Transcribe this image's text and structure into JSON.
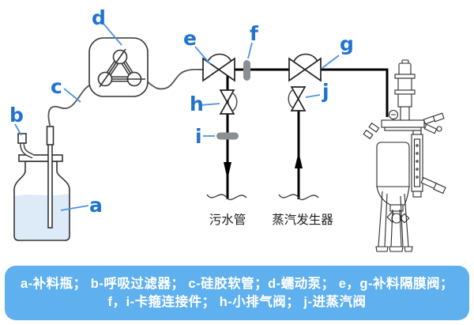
{
  "diagram": {
    "labels": {
      "a": "a",
      "b": "b",
      "c": "c",
      "d": "d",
      "e": "e",
      "f": "f",
      "g": "g",
      "h": "h",
      "i": "i",
      "j": "j"
    },
    "annotations": {
      "sewage_pipe": "污水管",
      "steam_generator": "蒸汽发生器"
    },
    "components": {
      "a": "feed-bottle",
      "b": "breathing-filter",
      "c": "silicone-tubing",
      "d": "peristaltic-pump",
      "e": "feed-diaphragm-valve",
      "f": "clamp-connector",
      "g": "feed-diaphragm-valve",
      "h": "small-vent-valve",
      "i": "clamp-connector",
      "j": "steam-inlet-valve"
    },
    "colors": {
      "label_blue": "#2173cf",
      "leader_blue": "#4f94dc",
      "caption_bg": "#5fb0ee",
      "caption_text": "#ffffff",
      "clamp_gray": "#8a8f94",
      "liquid": "#ddebf8"
    }
  },
  "legend": {
    "line1": "a-补料瓶； b-呼吸过滤器； c-硅胶软管；d-蠕动泵； e，g-补料隔膜阀；",
    "line2": "f，i-卡箍连接件； h-小排气阀； j-进蒸汽阀"
  }
}
